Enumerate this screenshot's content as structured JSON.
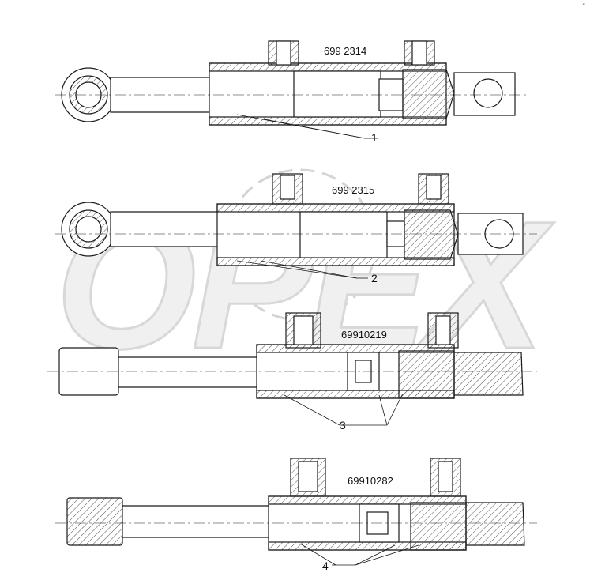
{
  "watermark": {
    "text": "OPEX",
    "color": "#e6e6e6"
  },
  "corner_mark": "-",
  "cylinders": [
    {
      "part_number": "699 2314",
      "callout": "1"
    },
    {
      "part_number": "699 2315",
      "callout": "2"
    },
    {
      "part_number": "69910219",
      "callout": "3"
    },
    {
      "part_number": "69910282",
      "callout": "4"
    }
  ],
  "colors": {
    "line": "#1a1a1a",
    "hatch": "#555555",
    "fill": "#ffffff"
  }
}
